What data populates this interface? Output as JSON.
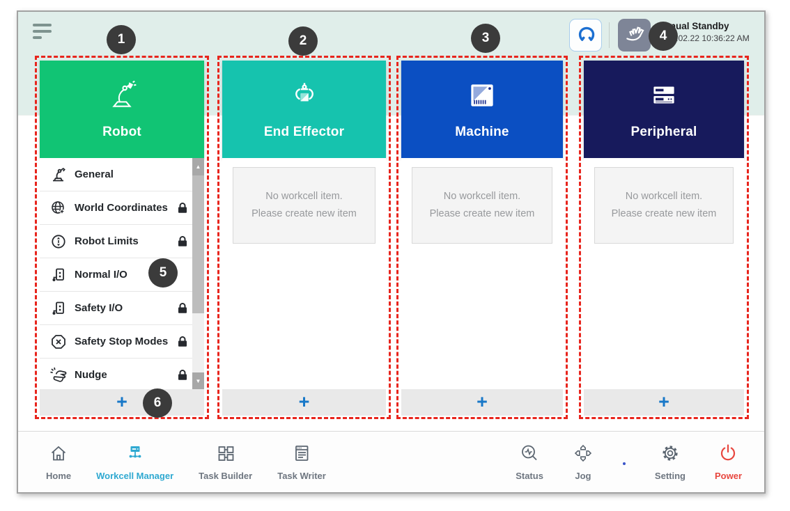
{
  "topbar": {
    "menu_icon": "hamburger-icon",
    "gripper_button_icon": "gripper-icon",
    "hand_button_icon": "manual-hand-icon",
    "status": {
      "mode": "Manual Standby",
      "datetime": "2022.02.22 10:36:22 AM"
    }
  },
  "columns": [
    {
      "label": "Robot",
      "color": "#11c474",
      "icon": "robot-arm-icon",
      "items": [
        {
          "label": "General",
          "locked": false,
          "icon": "robot-arm-icon"
        },
        {
          "label": "World Coordinates",
          "locked": true,
          "icon": "globe-axis-icon"
        },
        {
          "label": "Robot Limits",
          "locked": true,
          "icon": "limits-circle-icon"
        },
        {
          "label": "Normal I/O",
          "locked": false,
          "icon": "io-port-icon"
        },
        {
          "label": "Safety I/O",
          "locked": true,
          "icon": "io-port-icon"
        },
        {
          "label": "Safety Stop Modes",
          "locked": true,
          "icon": "stop-octagon-icon"
        },
        {
          "label": "Nudge",
          "locked": true,
          "icon": "nudge-hand-icon"
        }
      ]
    },
    {
      "label": "End Effector",
      "color": "#16c3ae",
      "icon": "gripper-icon",
      "empty": true
    },
    {
      "label": "Machine",
      "color": "#0b4fc2",
      "icon": "machine-icon",
      "empty": true
    },
    {
      "label": "Peripheral",
      "color": "#171a5c",
      "icon": "peripheral-icon",
      "empty": true
    }
  ],
  "empty_message": {
    "line1": "No workcell item.",
    "line2": "Please create new item"
  },
  "footer": {
    "add_label": "+"
  },
  "icons": {
    "scroll_up": "▲",
    "scroll_down": "▼"
  },
  "callouts": [
    "1",
    "2",
    "3",
    "4",
    "5",
    "6"
  ],
  "nav": {
    "items": [
      {
        "label": "Home",
        "active": false
      },
      {
        "label": "Workcell Manager",
        "active": true
      },
      {
        "label": "Task Builder",
        "active": false
      },
      {
        "label": "Task Writer",
        "active": false
      },
      {
        "label": "Status",
        "active": false
      },
      {
        "label": "Jog",
        "active": false
      },
      {
        "label": "Setting",
        "active": false
      },
      {
        "label": "Power",
        "active": false
      }
    ]
  },
  "colors": {
    "nav_active": "#2fa9d1",
    "power_red": "#e8473f",
    "dashed_red": "#e8251d",
    "callout_bg": "#3b3b3b",
    "add_plus_blue": "#1878c8",
    "topbar_bg": "#e0eeea",
    "robot_green": "#11c474",
    "end_effector_teal": "#16c3ae",
    "machine_blue": "#0b4fc2",
    "peripheral_navy": "#171a5c"
  }
}
